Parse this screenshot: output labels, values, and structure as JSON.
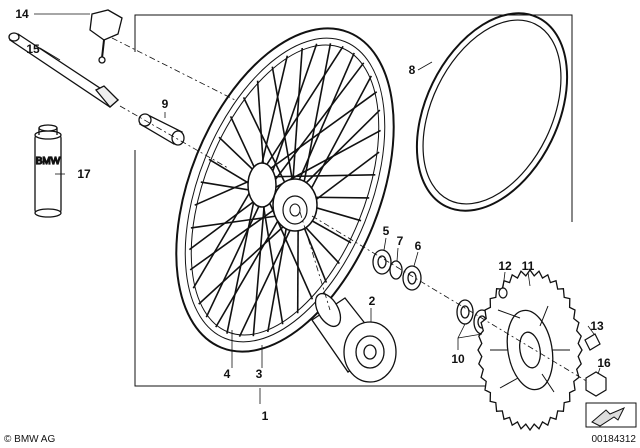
{
  "diagram": {
    "part_labels": {
      "p1": "1",
      "p2": "2",
      "p3": "3",
      "p4": "4",
      "p5": "5",
      "p6": "6",
      "p7": "7",
      "p8": "8",
      "p9": "9",
      "p10": "10",
      "p11": "11",
      "p12": "12",
      "p13": "13",
      "p14": "14",
      "p15": "15",
      "p16": "16",
      "p17": "17"
    },
    "can_label": "BMW",
    "copyright": "© BMW AG",
    "drawing_number": "00184312",
    "line_color": "#111111"
  }
}
